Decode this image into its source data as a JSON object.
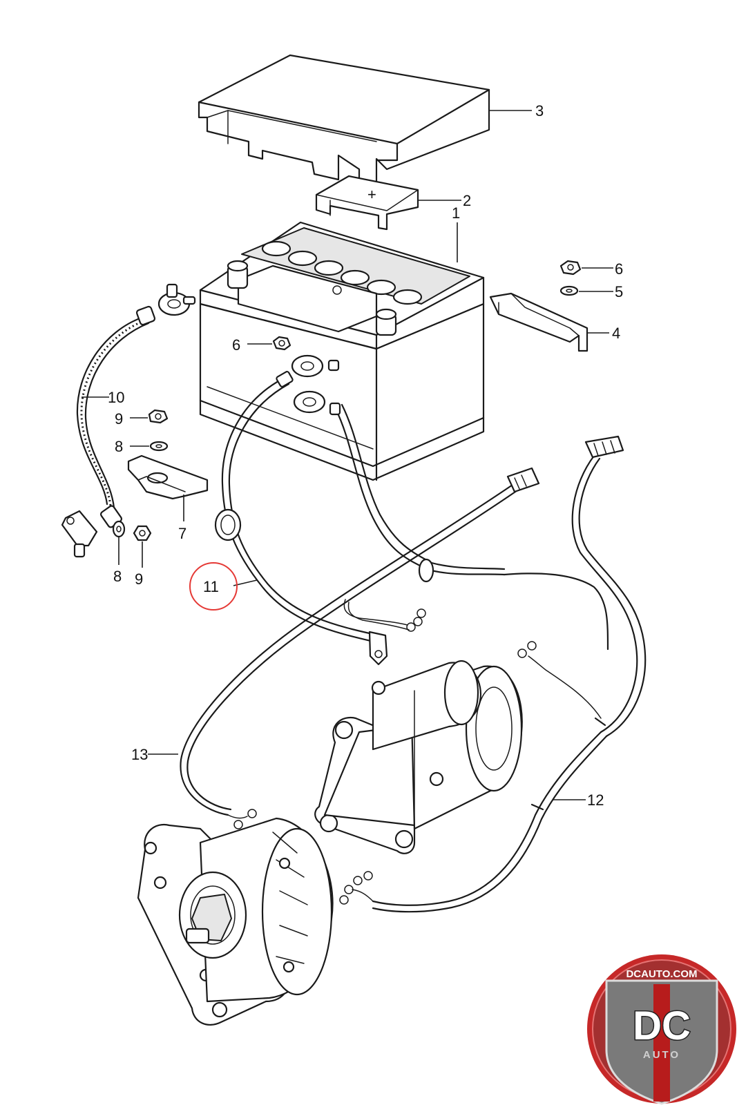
{
  "callouts": {
    "c1": "1",
    "c2": "2",
    "c3": "3",
    "c4": "4",
    "c5": "5",
    "c6a": "6",
    "c6b": "6",
    "c7": "7",
    "c8a": "8",
    "c8b": "8",
    "c9a": "9",
    "c9b": "9",
    "c10": "10",
    "c11": "11",
    "c12": "12",
    "c13": "13"
  },
  "battery_cover_symbol": "+",
  "highlight": {
    "callout": "11",
    "color": "#e53935"
  },
  "logo": {
    "url_text": "DCAUTO.COM",
    "initials": "DC",
    "word": "AUTO",
    "colors": {
      "ring": "#c62828",
      "shield": "#7a7a7a",
      "stripe": "#b71c1c"
    }
  }
}
